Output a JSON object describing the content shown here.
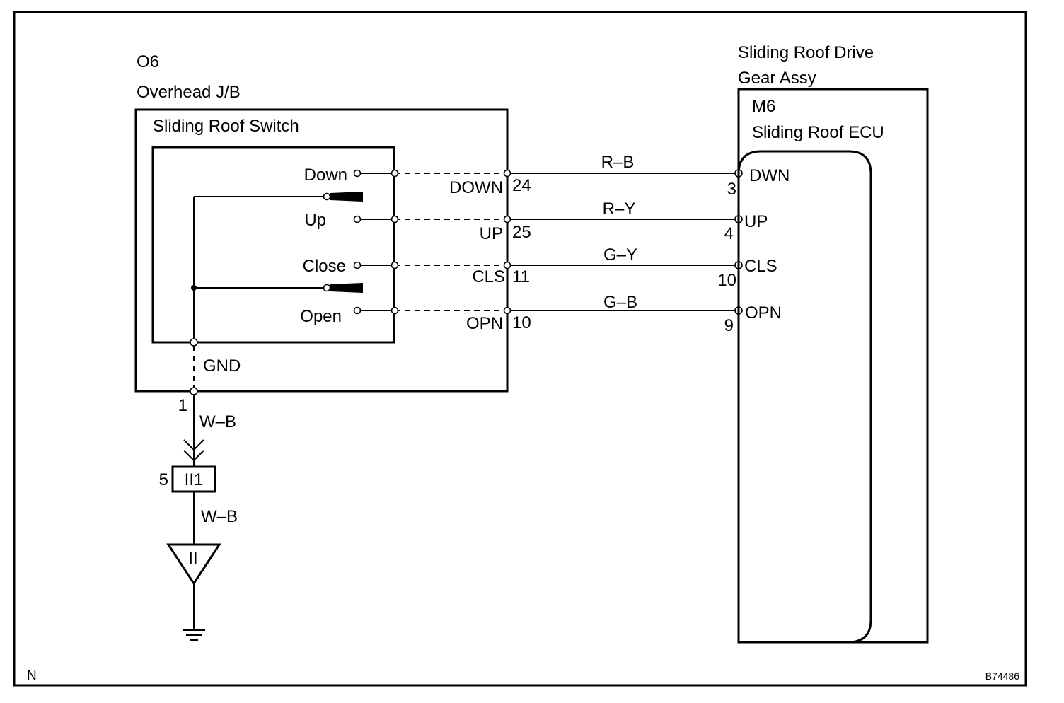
{
  "junction_block": {
    "code": "O6",
    "name": "Overhead J/B",
    "switch_name": "Sliding Roof Switch",
    "positions": [
      "Down",
      "Up",
      "Close",
      "Open"
    ],
    "ground_label": "GND",
    "ground_pin": "1"
  },
  "ecu": {
    "assembly_line1": "Sliding Roof Drive",
    "assembly_line2": "Gear Assy",
    "code": "M6",
    "name": "Sliding Roof ECU"
  },
  "wires": [
    {
      "jb_terminal": "DOWN",
      "jb_pin": "24",
      "color": "R–B",
      "ecu_pin": "3",
      "ecu_terminal": "DWN"
    },
    {
      "jb_terminal": "UP",
      "jb_pin": "25",
      "color": "R–Y",
      "ecu_pin": "4",
      "ecu_terminal": "UP"
    },
    {
      "jb_terminal": "CLS",
      "jb_pin": "11",
      "color": "G–Y",
      "ecu_pin": "10",
      "ecu_terminal": "CLS"
    },
    {
      "jb_terminal": "OPN",
      "jb_pin": "10",
      "color": "G–B",
      "ecu_pin": "9",
      "ecu_terminal": "OPN"
    }
  ],
  "ground_path": {
    "wire_color_upper": "W–B",
    "connector_pin": "5",
    "connector_code": "II1",
    "wire_color_lower": "W–B",
    "ground_point": "II"
  },
  "corner_left": "N",
  "figure_id": "B74486"
}
